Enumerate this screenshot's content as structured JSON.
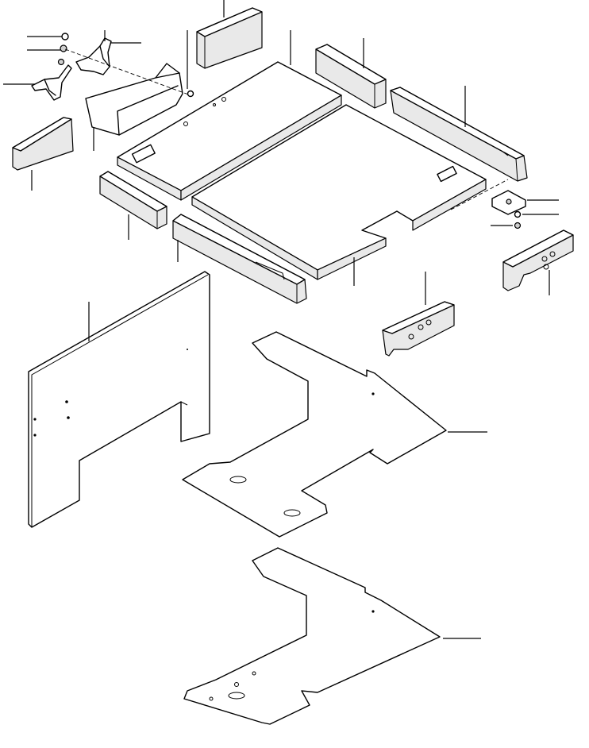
{
  "diagram": {
    "kind": "exploded parts illustration",
    "text_labels": [],
    "parts": [
      "floor-mat-upper-left",
      "floor-mat-upper-right",
      "insulation-block-top",
      "insulation-block-rear-left",
      "insulation-strip-rear-right",
      "insulation-block-front-left",
      "insulation-strip-front",
      "bracket-left",
      "bracket-upper",
      "cover-bracket",
      "pad-left",
      "mounting-plate-right",
      "bracket-block-right",
      "bracket-block-center",
      "side-panel",
      "floor-sheet-middle",
      "floor-sheet-bottom",
      "bolt",
      "washer",
      "nut"
    ],
    "colors": {
      "line": "#000000",
      "background": "#ffffff",
      "shade": "#e9e9e9",
      "dark-shade": "#cfcfcf"
    }
  }
}
